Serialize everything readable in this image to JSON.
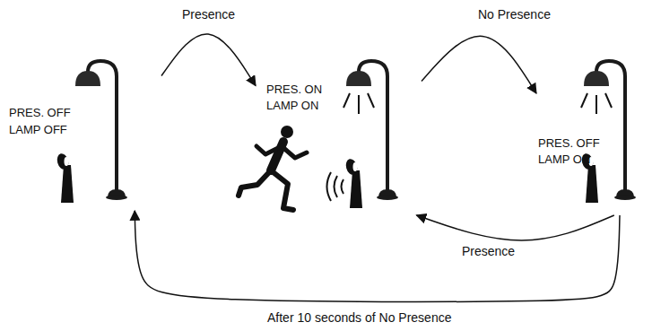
{
  "diagram": {
    "nodes": [
      {
        "text": [
          "PRES. OFF",
          "LAMP OFF"
        ]
      },
      {
        "text": [
          "PRES. ON",
          "LAMP ON"
        ]
      },
      {
        "text": [
          "PRES. OFF",
          "LAMP ON"
        ]
      }
    ],
    "edges": [
      {
        "from": 0,
        "to": 1,
        "label": "Presence",
        "arrow": "to"
      },
      {
        "from": 1,
        "to": 2,
        "label": "No Presence",
        "arrow": "to"
      },
      {
        "from": 2,
        "to": 1,
        "label": "Presence",
        "arrow": "to"
      },
      {
        "from": 2,
        "to": 0,
        "label": "After 10 seconds of No Presence",
        "arrow": "to"
      }
    ]
  }
}
